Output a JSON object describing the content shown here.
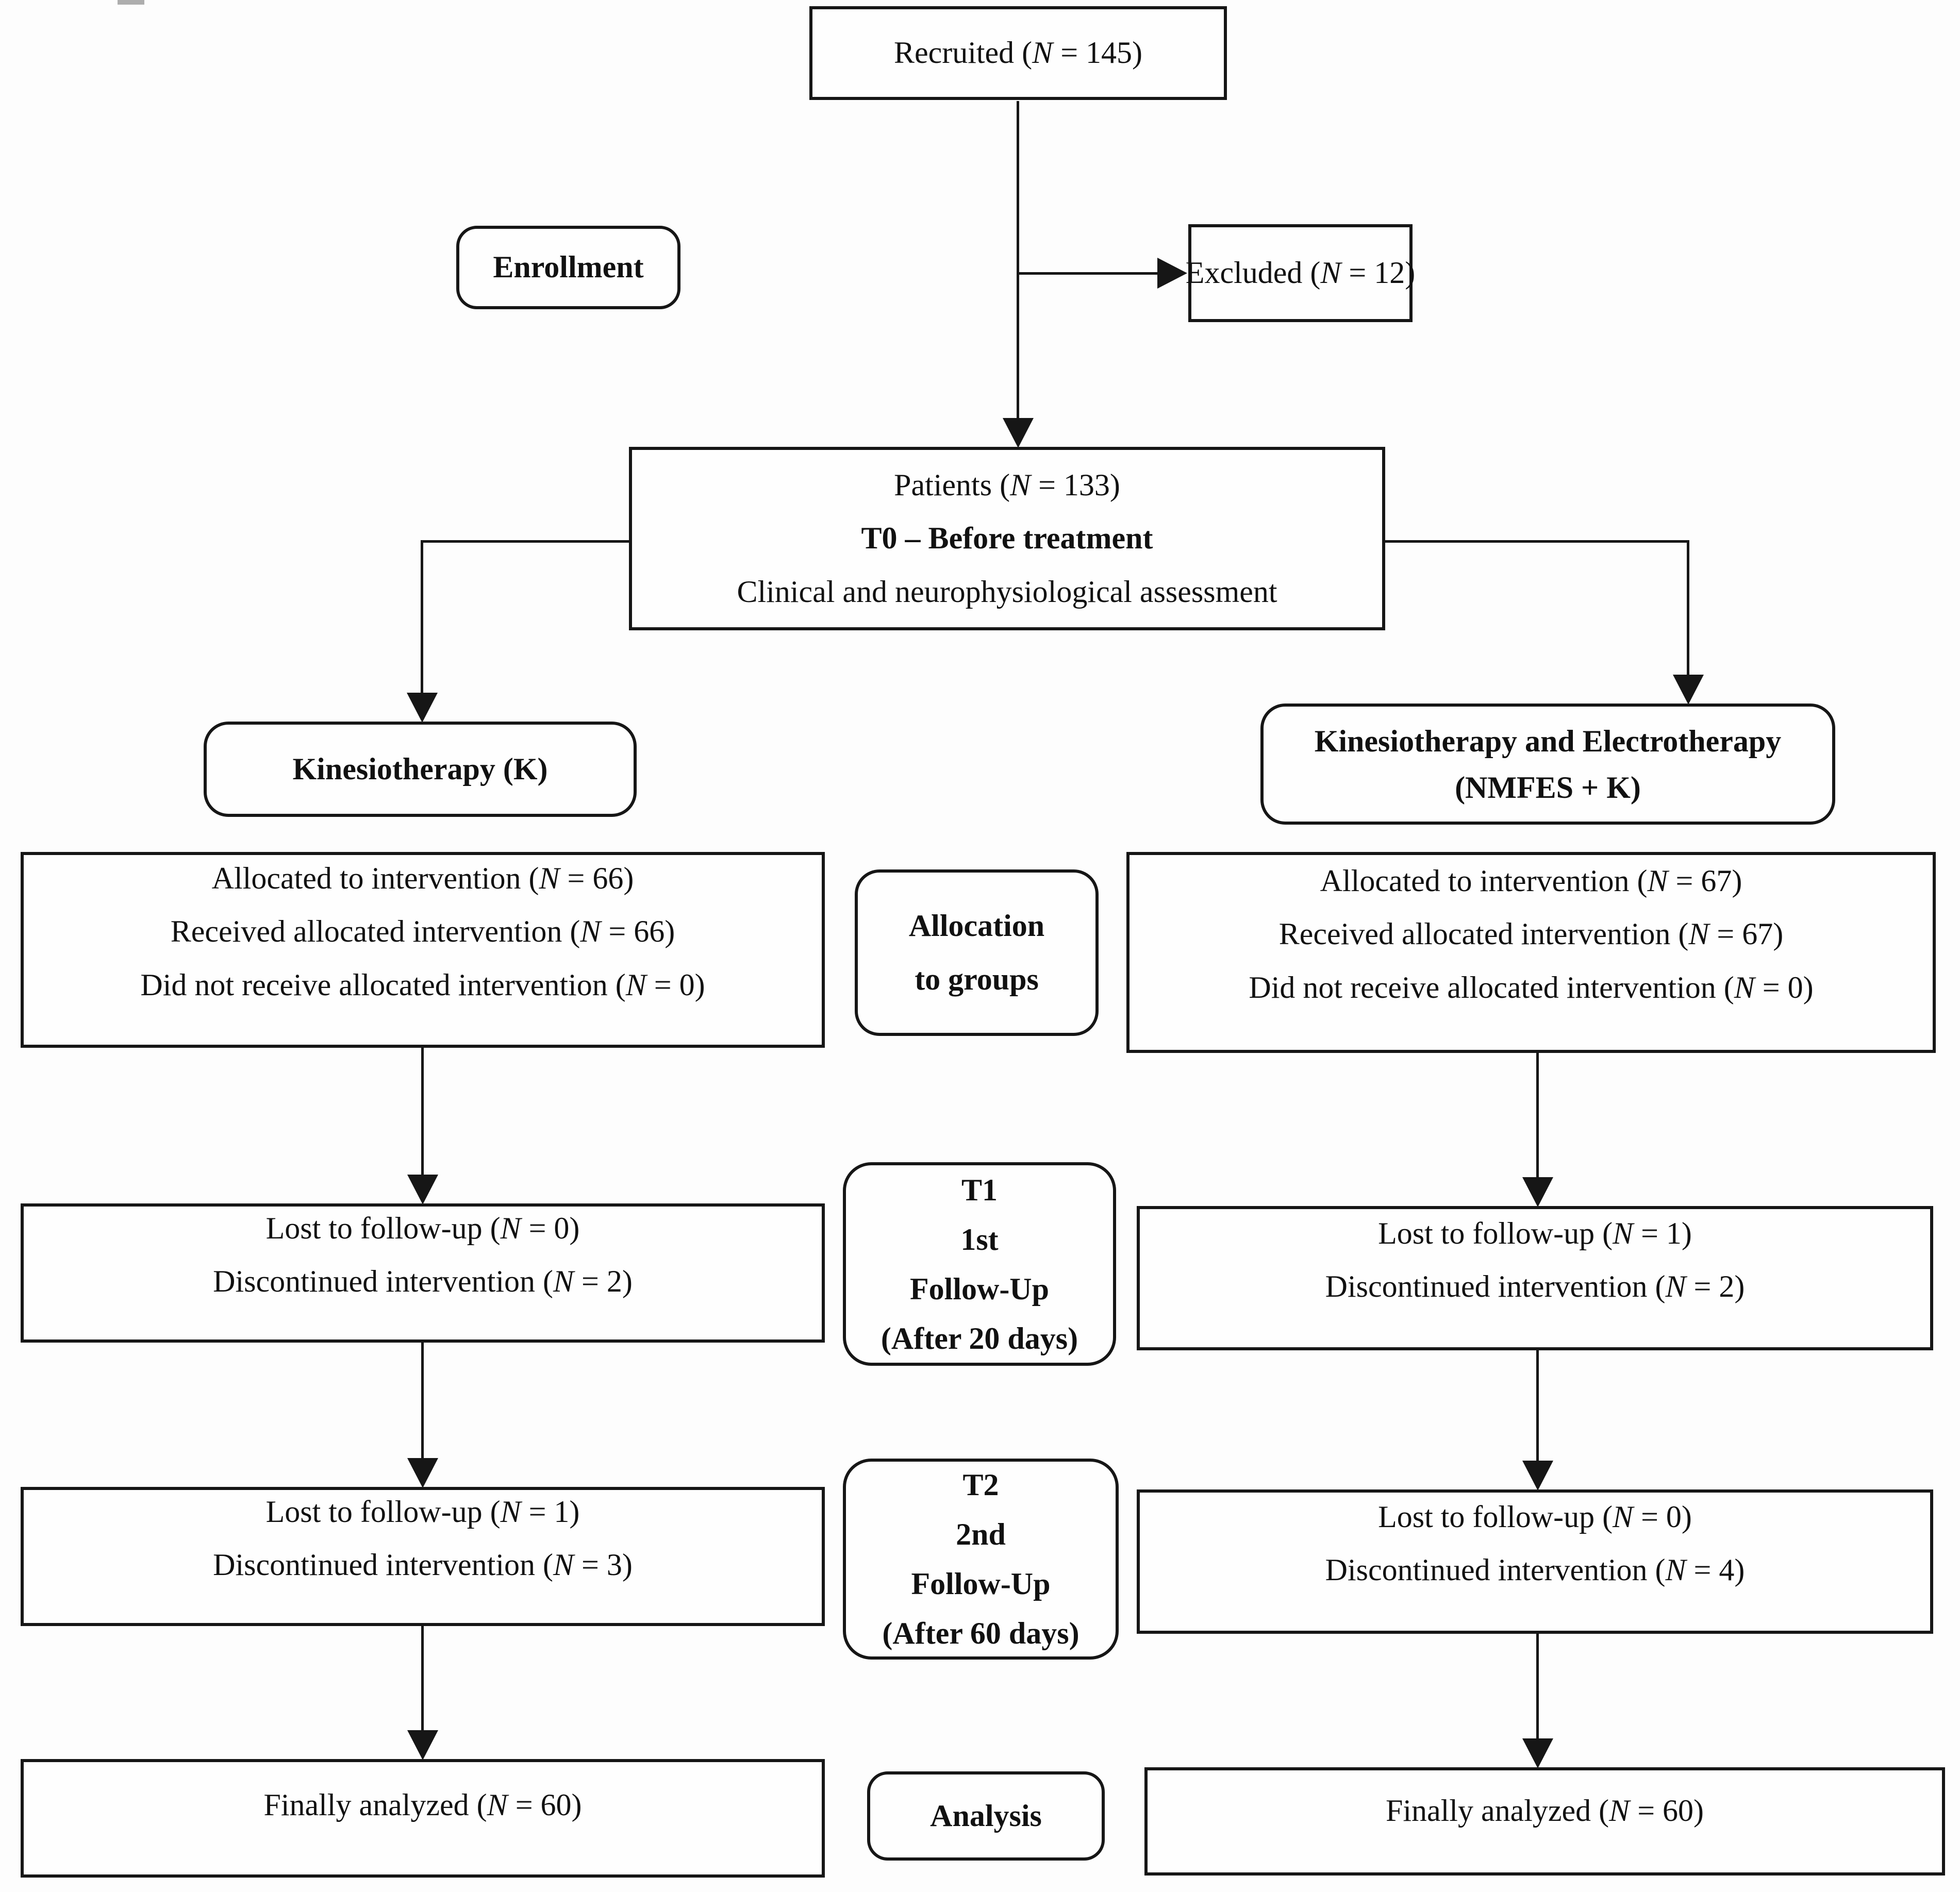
{
  "flowchart": {
    "title_semantic": "CONSORT-style participant flow diagram",
    "colors": {
      "ink": "#161616",
      "paper": "#fdfdfd",
      "box_fill": "#fefefe"
    },
    "recruited": {
      "text": "Recruited (N = 145)"
    },
    "excluded": {
      "text": "Excluded (N = 12)"
    },
    "patients": {
      "line1": "Patients (N = 133)",
      "line2": "T0 – Before treatment",
      "line3": "Clinical and neurophysiological assessment"
    },
    "stages": {
      "enrollment": {
        "label": "Enrollment"
      },
      "allocation": {
        "line1": "Allocation",
        "line2": "to groups"
      },
      "t1": {
        "line1": "T1",
        "line2": "1st",
        "line3": "Follow-Up",
        "line4": "(After 20 days)"
      },
      "t2": {
        "line1": "T2",
        "line2": "2nd",
        "line3": "Follow-Up",
        "line4": "(After 60 days)"
      },
      "analysis": {
        "label": "Analysis"
      }
    },
    "left_arm": {
      "group_title": "Kinesiotherapy (K)",
      "allocation": {
        "line1": "Allocated to intervention (N = 66)",
        "line2": "Received allocated intervention (N = 66)",
        "line3": "Did not receive allocated intervention (N = 0)"
      },
      "t1": {
        "line1": "Lost to follow-up (N = 0)",
        "line2": "Discontinued intervention (N = 2)"
      },
      "t2": {
        "line1": "Lost to follow-up (N = 1)",
        "line2": "Discontinued intervention (N = 3)"
      },
      "final": {
        "text": "Finally analyzed (N = 60)"
      }
    },
    "right_arm": {
      "group_title_line1": "Kinesiotherapy and Electrotherapy",
      "group_title_line2": "(NMFES + K)",
      "allocation": {
        "line1": "Allocated to intervention (N = 67)",
        "line2": "Received allocated intervention (N = 67)",
        "line3": "Did not receive allocated intervention (N = 0)"
      },
      "t1": {
        "line1": "Lost to follow-up (N = 1)",
        "line2": "Discontinued intervention (N = 2)"
      },
      "t2": {
        "line1": "Lost to follow-up (N = 0)",
        "line2": "Discontinued intervention (N = 4)"
      },
      "final": {
        "text": "Finally analyzed (N = 60)"
      }
    }
  }
}
